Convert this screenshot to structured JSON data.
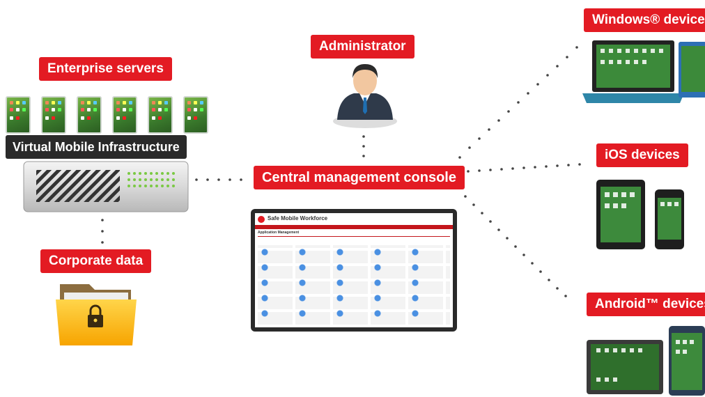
{
  "labels": {
    "enterprise_servers": "Enterprise servers",
    "vmi": "Virtual Mobile Infrastructure",
    "administrator": "Administrator",
    "central_console": "Central management console",
    "corporate_data": "Corporate data",
    "windows_devices": "Windows® devices",
    "ios_devices": "iOS devices",
    "android_devices": "Android™ devices"
  },
  "console_screen": {
    "app_title": "Safe Mobile Workforce",
    "section": "Application Management"
  },
  "colors": {
    "accent_red": "#e31b23",
    "dark_label": "#2a2a2a",
    "connector_dots": "#444444"
  },
  "icons": {
    "server": "server-appliance-icon",
    "admin": "administrator-person-icon",
    "folder": "locked-folder-icon",
    "console": "console-monitor-icon",
    "windows": "windows-tablet-icon",
    "ios": "ios-devices-icon",
    "android": "android-devices-icon"
  }
}
